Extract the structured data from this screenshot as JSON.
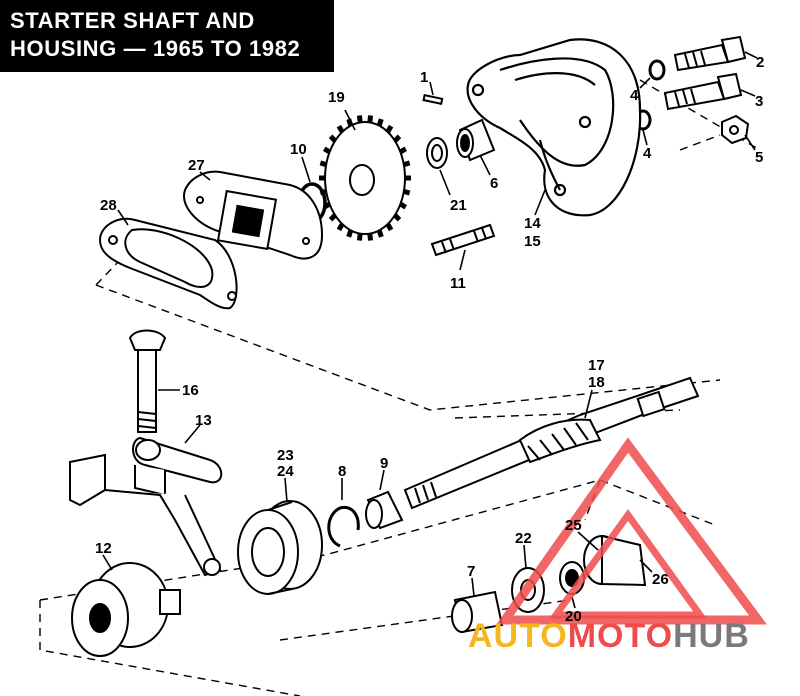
{
  "title": {
    "line1": "STARTER SHAFT AND",
    "line2": "HOUSING — 1965 TO 1982"
  },
  "part_labels": [
    {
      "id": "label-1",
      "text": "1"
    },
    {
      "id": "label-2",
      "text": "2"
    },
    {
      "id": "label-3",
      "text": "3"
    },
    {
      "id": "label-4a",
      "text": "4"
    },
    {
      "id": "label-4b",
      "text": "4"
    },
    {
      "id": "label-5",
      "text": "5"
    },
    {
      "id": "label-6",
      "text": "6"
    },
    {
      "id": "label-21",
      "text": "21"
    },
    {
      "id": "label-14",
      "text": "14"
    },
    {
      "id": "label-15",
      "text": "15"
    },
    {
      "id": "label-11",
      "text": "11"
    },
    {
      "id": "label-19",
      "text": "19"
    },
    {
      "id": "label-10",
      "text": "10"
    },
    {
      "id": "label-27",
      "text": "27"
    },
    {
      "id": "label-28",
      "text": "28"
    },
    {
      "id": "label-16",
      "text": "16"
    },
    {
      "id": "label-13",
      "text": "13"
    },
    {
      "id": "label-17",
      "text": "17"
    },
    {
      "id": "label-18",
      "text": "18"
    },
    {
      "id": "label-23",
      "text": "23"
    },
    {
      "id": "label-24",
      "text": "24"
    },
    {
      "id": "label-8",
      "text": "8"
    },
    {
      "id": "label-9",
      "text": "9"
    },
    {
      "id": "label-12",
      "text": "12"
    },
    {
      "id": "label-22",
      "text": "22"
    },
    {
      "id": "label-7",
      "text": "7"
    },
    {
      "id": "label-25",
      "text": "25"
    },
    {
      "id": "label-26",
      "text": "26"
    },
    {
      "id": "label-20",
      "text": "20"
    }
  ],
  "watermark": {
    "part1": "AUTO",
    "part2": "MOTO",
    "part3": "HUB",
    "colors": {
      "part1": "#f5b71f",
      "part2": "#ef4b4b",
      "part3": "#7a7a7a",
      "triangle": "#ef4b4b"
    }
  }
}
